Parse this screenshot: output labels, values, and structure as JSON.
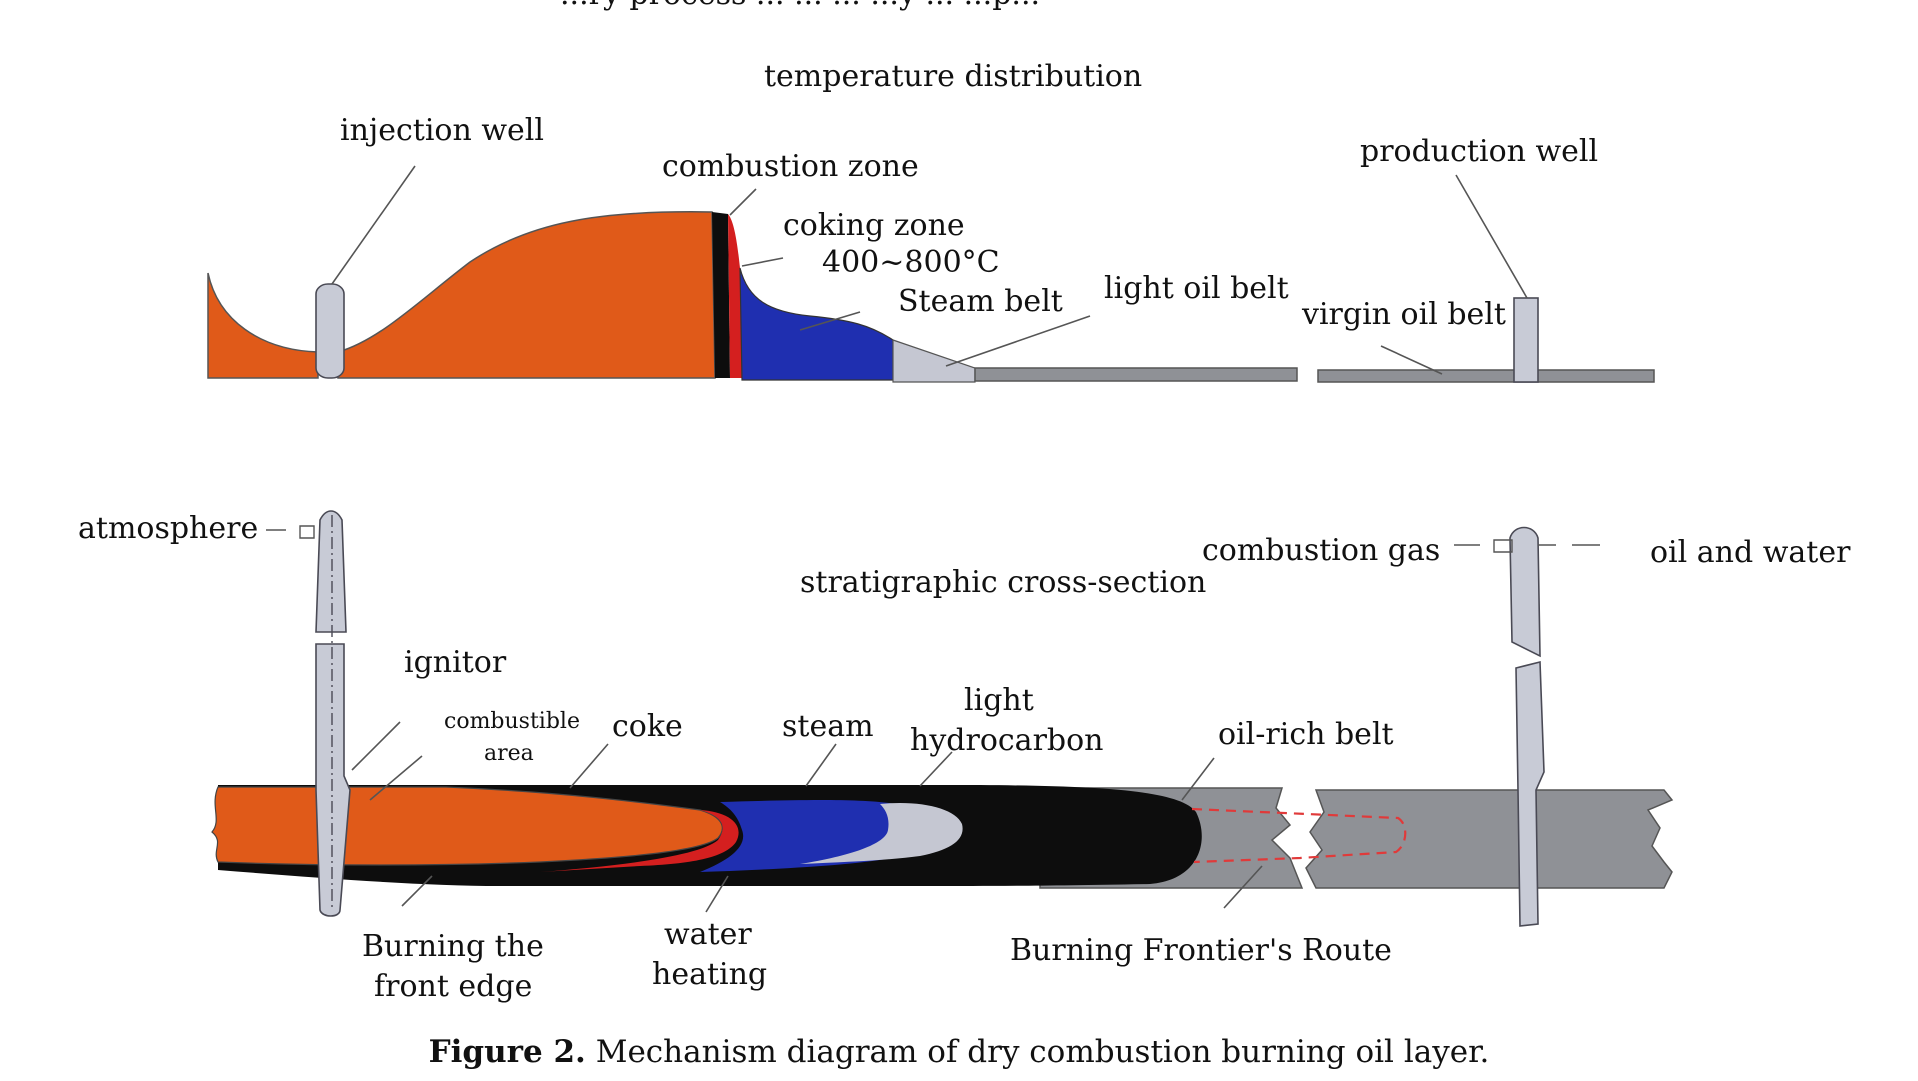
{
  "labels": {
    "top_partial": "...ry process ... ... ... ...y ... ...p...",
    "temperature_distribution": "temperature distribution",
    "injection_well": "injection well",
    "combustion_zone": "combustion zone",
    "coking_zone": "coking zone",
    "coking_temp": "400~800°C",
    "steam_belt": "Steam belt",
    "light_oil_belt": "light oil belt",
    "production_well": "production well",
    "virgin_oil_belt": "virgin oil belt",
    "atmosphere": "atmosphere",
    "combustion_gas": "combustion gas",
    "oil_and_water": "oil and water",
    "stratigraphic_cross_section": "stratigraphic cross-section",
    "ignitor": "ignitor",
    "combustible_area_1": "combustible",
    "combustible_area_2": "area",
    "coke": "coke",
    "steam": "steam",
    "light_hydrocarbon_1": "light",
    "light_hydrocarbon_2": "hydrocarbon",
    "oil_rich_belt": "oil-rich belt",
    "burning_front_edge_1": "Burning the",
    "burning_front_edge_2": "front edge",
    "water_heating_1": "water",
    "water_heating_2": "heating",
    "burning_frontier_route": "Burning Frontier's Route"
  },
  "caption": {
    "number": "Figure 2.",
    "text": " Mechanism diagram of dry combustion burning oil layer."
  },
  "colors": {
    "combustion_orange": "#e05a19",
    "coke_black": "#0d0d0d",
    "red_front": "#d41f1f",
    "steam_blue": "#1f2fb0",
    "light_oil_grey": "#c5c7d2",
    "strata_grey": "#8f9196",
    "well_grey": "#c8cbd6"
  }
}
